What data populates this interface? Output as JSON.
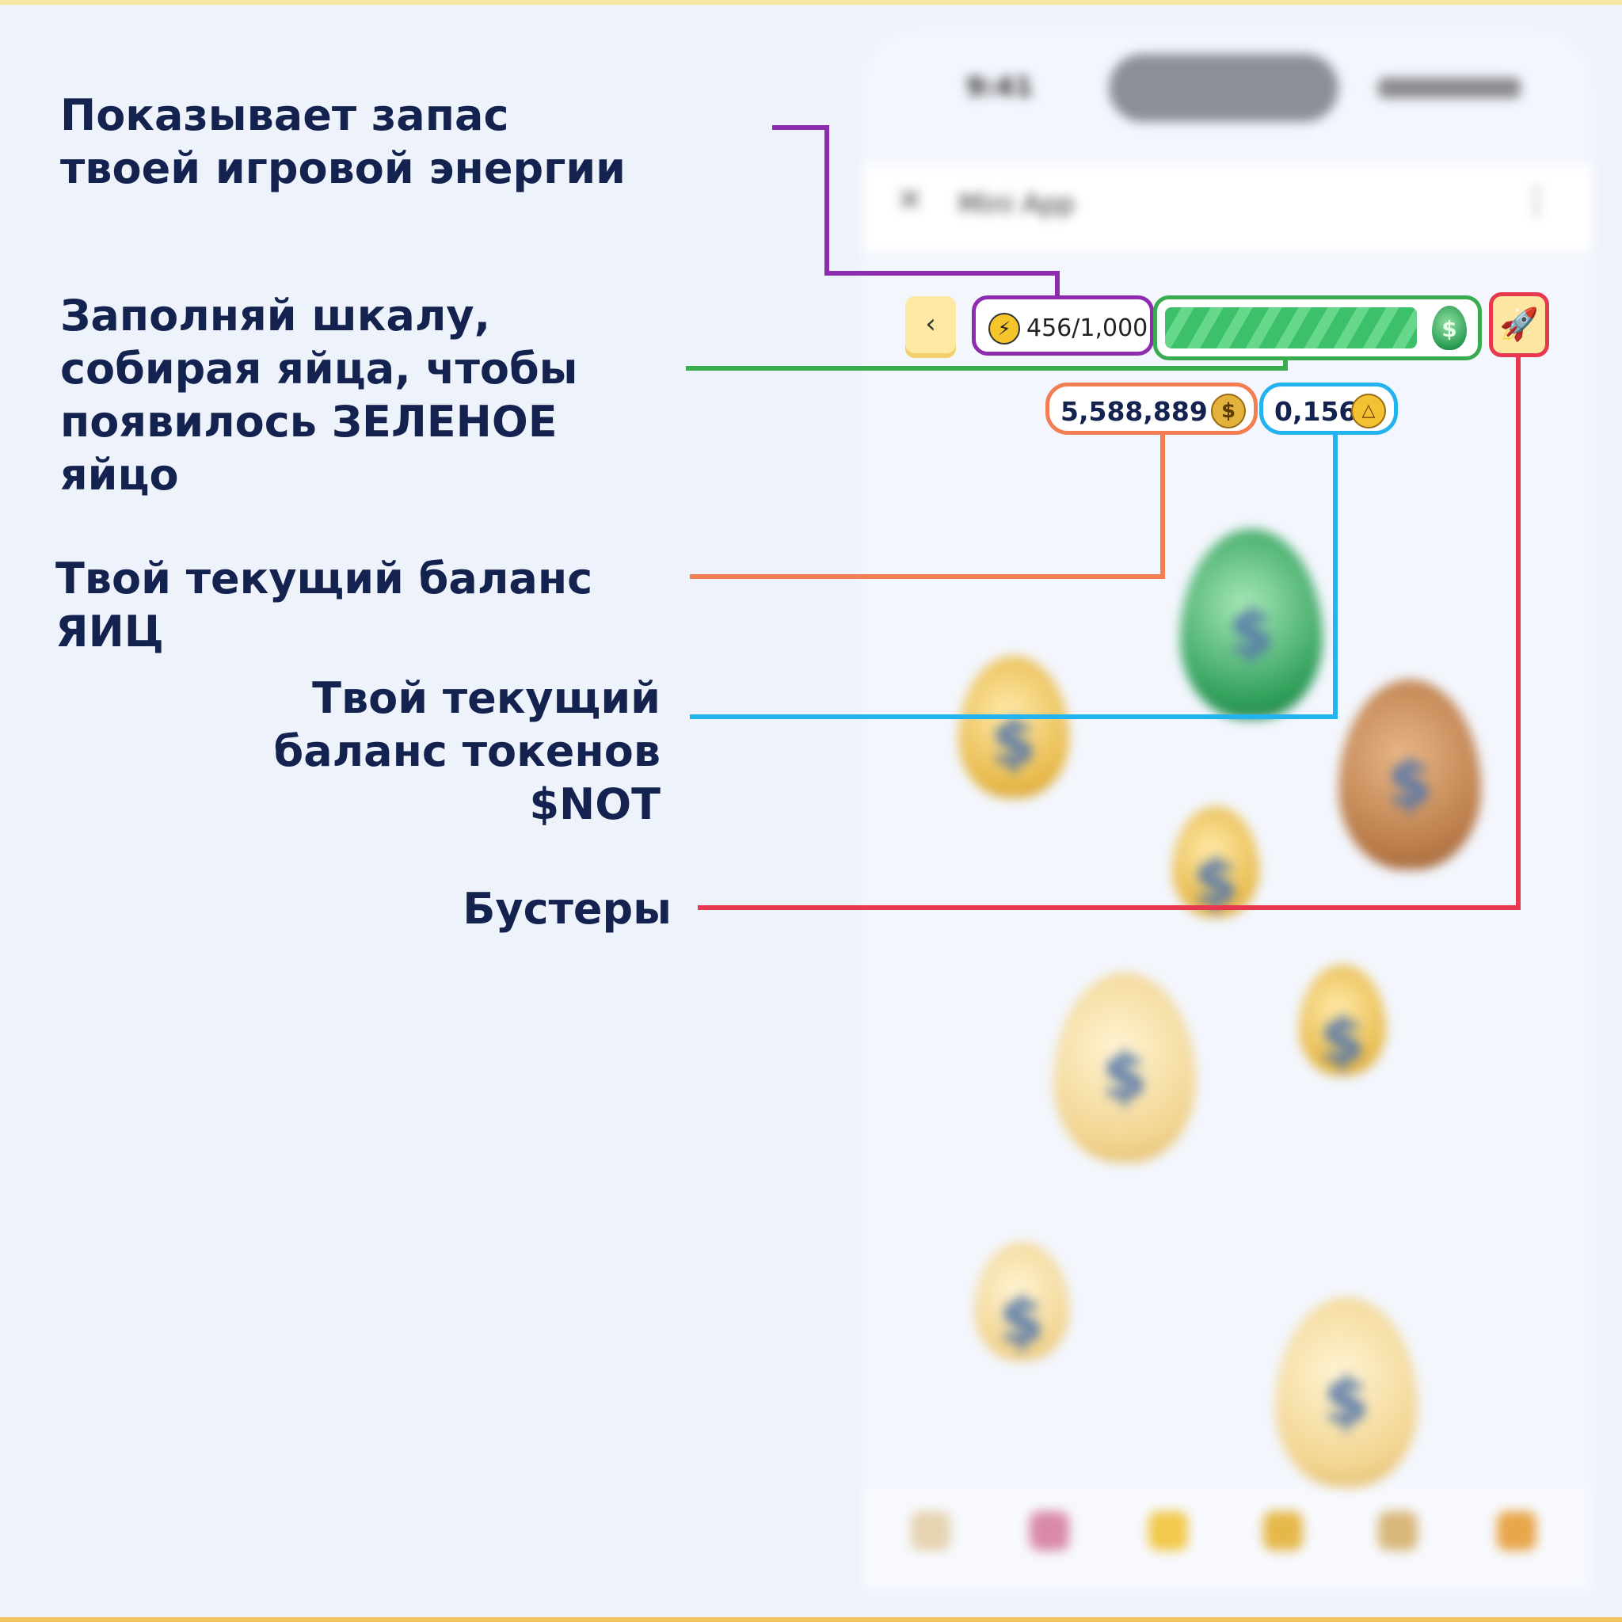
{
  "annotations": {
    "energy": "Показывает запас твоей игровой энергии",
    "progress": "Заполняй шкалу, собирая яйца, чтобы появилось ЗЕЛЕНОЕ яйцо",
    "eggs_balance": "Твой текущий баланс ЯИЦ",
    "not_balance": "Твой текущий баланс токенов $NOT",
    "boosters": "Бустеры"
  },
  "hud": {
    "back_icon": "chevron-left-icon",
    "energy_value": "456/1,000",
    "energy_icon": "lightning-icon",
    "progress_fraction": 0.8,
    "progress_icon": "green-egg-icon",
    "eggs_value": "5,588,889",
    "eggs_icon": "coin-icon",
    "not_value": "0,156",
    "not_icon": "not-coin-icon",
    "booster_icon": "rocket-icon"
  },
  "colors": {
    "energy": "#8e2cb0",
    "progress": "#3aac50",
    "eggs": "#f27e51",
    "not": "#23b3ee",
    "boosters": "#e8384f",
    "text": "#13224f"
  }
}
